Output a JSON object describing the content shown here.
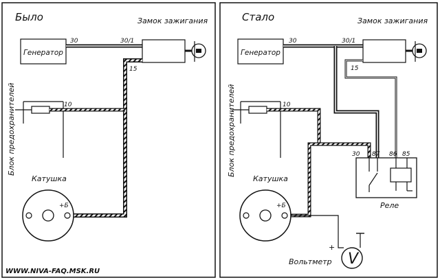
{
  "panel_before": {
    "title": "Было",
    "generator": "Генератор",
    "ignition_lock": "Замок зажигания",
    "fuse_block": "Блок предохранителей",
    "coil": "Катушка",
    "terminal_plus": "+Б",
    "wire_30_gen": "30",
    "wire_30_1": "30/1",
    "wire_15": "15",
    "wire_10": "10"
  },
  "panel_after": {
    "title": "Стало",
    "generator": "Генератор",
    "ignition_lock": "Замок зажигания",
    "fuse_block": "Блок предохранителей",
    "coil": "Катушка",
    "terminal_plus": "+Б",
    "wire_30_gen": "30",
    "wire_30_1": "30/1",
    "wire_15": "15",
    "wire_10": "10",
    "relay": "Реле",
    "relay_pin_30": "30",
    "relay_pin_87": "87",
    "relay_pin_86": "86",
    "relay_pin_85": "85",
    "voltmeter": "Вольтметр",
    "voltmeter_symbol": "V",
    "voltmeter_plus": "+"
  },
  "footer": {
    "url": "WWW.NIVA-FAQ.MSK.RU"
  }
}
